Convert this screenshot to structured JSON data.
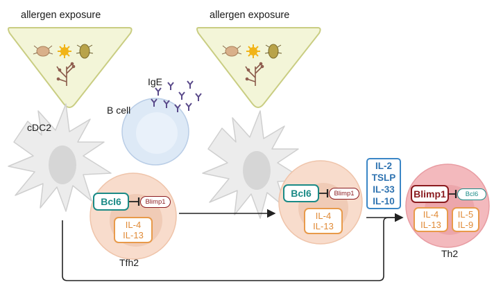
{
  "allergen_panels": [
    {
      "label": "allergen exposure"
    },
    {
      "label": "allergen exposure"
    }
  ],
  "labels": {
    "cdc2": "cDC2",
    "b_cell": "B cell",
    "ige": "IgE",
    "tfh2": "Tfh2",
    "th2": "Th2"
  },
  "tfh2_cell": {
    "main_tf": "Bcl6",
    "repressed_tf": "Blimp1",
    "cytokines": [
      "IL-4",
      "IL-13"
    ]
  },
  "middle_cell": {
    "main_tf": "Bcl6",
    "repressed_tf": "Blimp1",
    "cytokines": [
      "IL-4",
      "IL-13"
    ]
  },
  "signals": [
    "IL-2",
    "TSLP",
    "IL-33",
    "IL-10"
  ],
  "th2_cell": {
    "main_tf": "Blimp1",
    "repressed_tf": "Bcl6",
    "cytokines_left": [
      "IL-4",
      "IL-13"
    ],
    "cytokines_right": [
      "IL-5",
      "IL-9"
    ]
  },
  "colors": {
    "panel_fill": "#f3f5d8",
    "panel_border": "#c9cd82",
    "dendritic": "#ececec",
    "tfh_cell": "#f8dccc",
    "th2_cell": "#f3b9bd",
    "bcl6": "#1a8a86",
    "blimp1": "#8a1a1e",
    "cytokine": "#e08a36",
    "signal": "#2d72b0"
  }
}
